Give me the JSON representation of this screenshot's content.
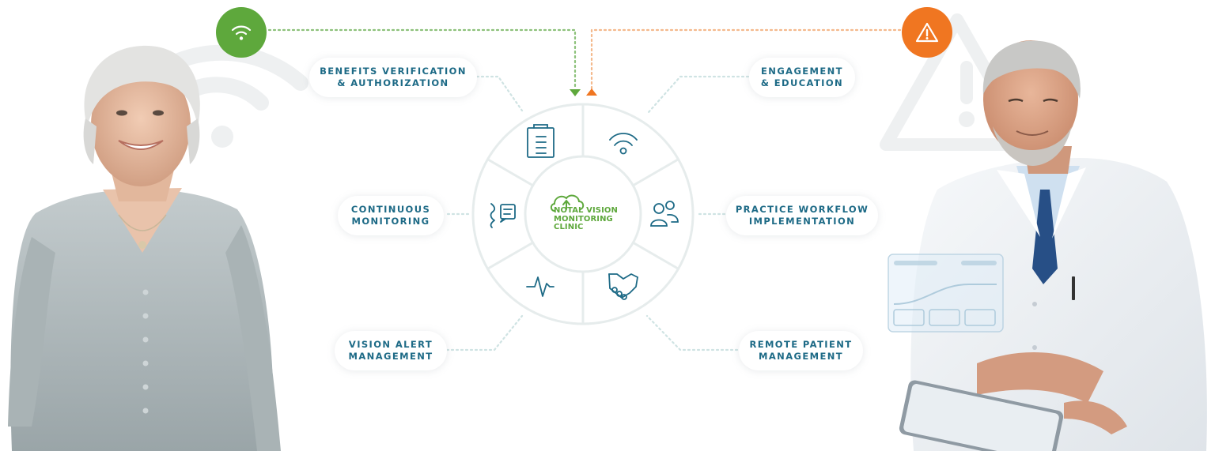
{
  "colors": {
    "teal": "#1d6a86",
    "green": "#5ea83c",
    "orange": "#f07621",
    "ring_line": "#e6ecec",
    "dots_teal": "#cfe3e3"
  },
  "icons": {
    "signal_badge": "wifi-signal-icon",
    "alert_badge": "warning-triangle-icon",
    "segments": [
      "clipboard-icon",
      "wifi-signal-icon",
      "people-icon",
      "handshake-icon",
      "heartbeat-icon",
      "speech-chat-icon"
    ]
  },
  "services": {
    "benefits": {
      "line1": "BENEFITS VERIFICATION",
      "line2": "& AUTHORIZATION"
    },
    "engagement": {
      "line1": "ENGAGEMENT",
      "line2": "& EDUCATION"
    },
    "continuous": {
      "line1": "CONTINUOUS",
      "line2": "MONITORING"
    },
    "practice": {
      "line1": "PRACTICE WORKFLOW",
      "line2": "IMPLEMENTATION"
    },
    "vision_alert": {
      "line1": "VISION ALERT",
      "line2": "MANAGEMENT"
    },
    "remote": {
      "line1": "REMOTE PATIENT",
      "line2": "MANAGEMENT"
    }
  },
  "hub": {
    "line1": "NOTAL VISION",
    "line2": "MONITORING",
    "line3": "CLINIC"
  }
}
